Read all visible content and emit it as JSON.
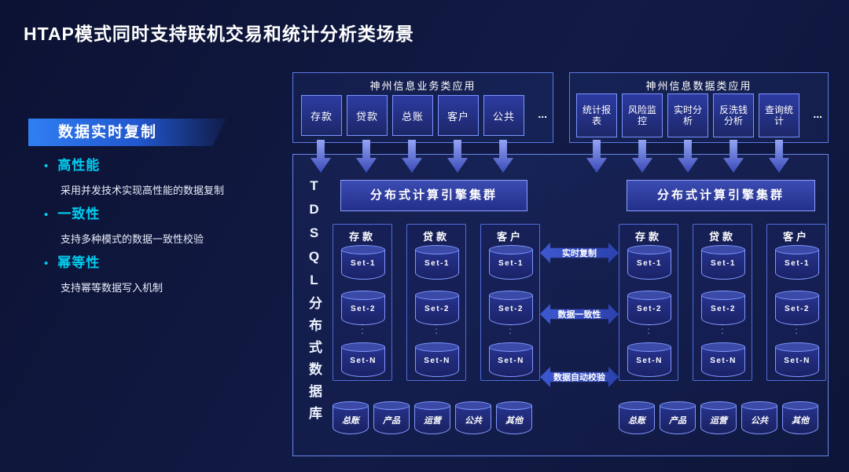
{
  "title": "HTAP模式同时支持联机交易和统计分析类场景",
  "left_panel": {
    "banner": "数据实时复制",
    "bullet": "•",
    "features": [
      {
        "title": "高性能",
        "desc": "采用并发技术实现高性能的数据复制"
      },
      {
        "title": "一致性",
        "desc": "支持多种模式的数据一致性校验"
      },
      {
        "title": "幂等性",
        "desc": "支持幂等数据写入机制"
      }
    ]
  },
  "diagram": {
    "business_apps": {
      "title": "神州信息业务类应用",
      "items": [
        "存款",
        "贷款",
        "总账",
        "客户",
        "公共"
      ],
      "more": "..."
    },
    "data_apps": {
      "title": "神州信息数据类应用",
      "items": [
        "统计报表",
        "风险监控",
        "实时分析",
        "反洗钱分析",
        "查询统计"
      ],
      "more": "..."
    },
    "database_label": "TDSQL分布式数据库",
    "engine_label": "分布式计算引擎集群",
    "set_labels": [
      "Set-1",
      "Set-2",
      "Set-N"
    ],
    "dots": "···",
    "left_cluster": {
      "columns": [
        "存款",
        "贷款",
        "客户"
      ],
      "bottom": [
        "总账",
        "产品",
        "运营",
        "公共",
        "其他"
      ]
    },
    "right_cluster": {
      "columns": [
        "存款",
        "贷款",
        "客户"
      ],
      "bottom": [
        "总账",
        "产品",
        "运营",
        "公共",
        "其他"
      ]
    },
    "middle_links": [
      "实时复制",
      "数据一致性",
      "数据自动校验"
    ]
  },
  "colors": {
    "background": "#0e1538",
    "accent_cyan": "#00cdf0",
    "border_blue": "#5b79e6",
    "banner_blue": "#2f7ff2",
    "cylinder_border": "#8098ff"
  }
}
